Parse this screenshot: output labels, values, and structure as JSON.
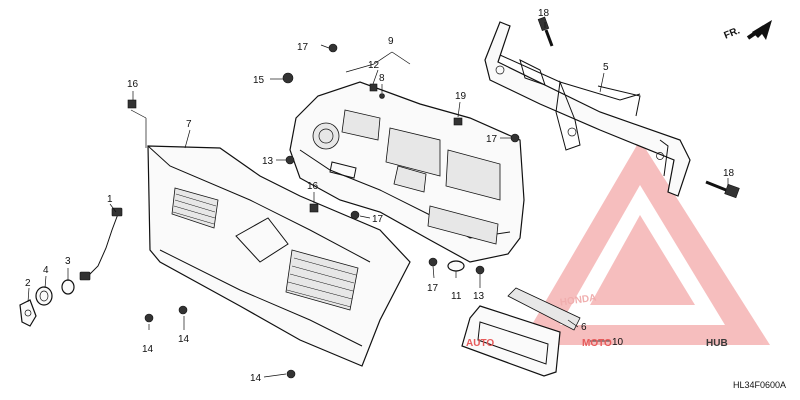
{
  "diagram": {
    "code": "HL34F0600A",
    "direction_label": "FR.",
    "watermark": {
      "line1": "AUTO",
      "line2": "MOTO",
      "line3": "HUB",
      "brand": "HONDA"
    },
    "callouts": [
      {
        "id": "c1",
        "label": "1"
      },
      {
        "id": "c2",
        "label": "2"
      },
      {
        "id": "c3",
        "label": "3"
      },
      {
        "id": "c4",
        "label": "4"
      },
      {
        "id": "c5",
        "label": "5"
      },
      {
        "id": "c6",
        "label": "6"
      },
      {
        "id": "c7",
        "label": "7"
      },
      {
        "id": "c8",
        "label": "8"
      },
      {
        "id": "c9",
        "label": "9"
      },
      {
        "id": "c10",
        "label": "10"
      },
      {
        "id": "c11",
        "label": "11"
      },
      {
        "id": "c12",
        "label": "12"
      },
      {
        "id": "c13a",
        "label": "13"
      },
      {
        "id": "c13b",
        "label": "13"
      },
      {
        "id": "c14a",
        "label": "14"
      },
      {
        "id": "c14b",
        "label": "14"
      },
      {
        "id": "c14c",
        "label": "14"
      },
      {
        "id": "c15",
        "label": "15"
      },
      {
        "id": "c16a",
        "label": "16"
      },
      {
        "id": "c16b",
        "label": "16"
      },
      {
        "id": "c17a",
        "label": "17"
      },
      {
        "id": "c17b",
        "label": "17"
      },
      {
        "id": "c17c",
        "label": "17"
      },
      {
        "id": "c17d",
        "label": "17"
      },
      {
        "id": "c18a",
        "label": "18"
      },
      {
        "id": "c18b",
        "label": "18"
      },
      {
        "id": "c19",
        "label": "19"
      }
    ]
  }
}
